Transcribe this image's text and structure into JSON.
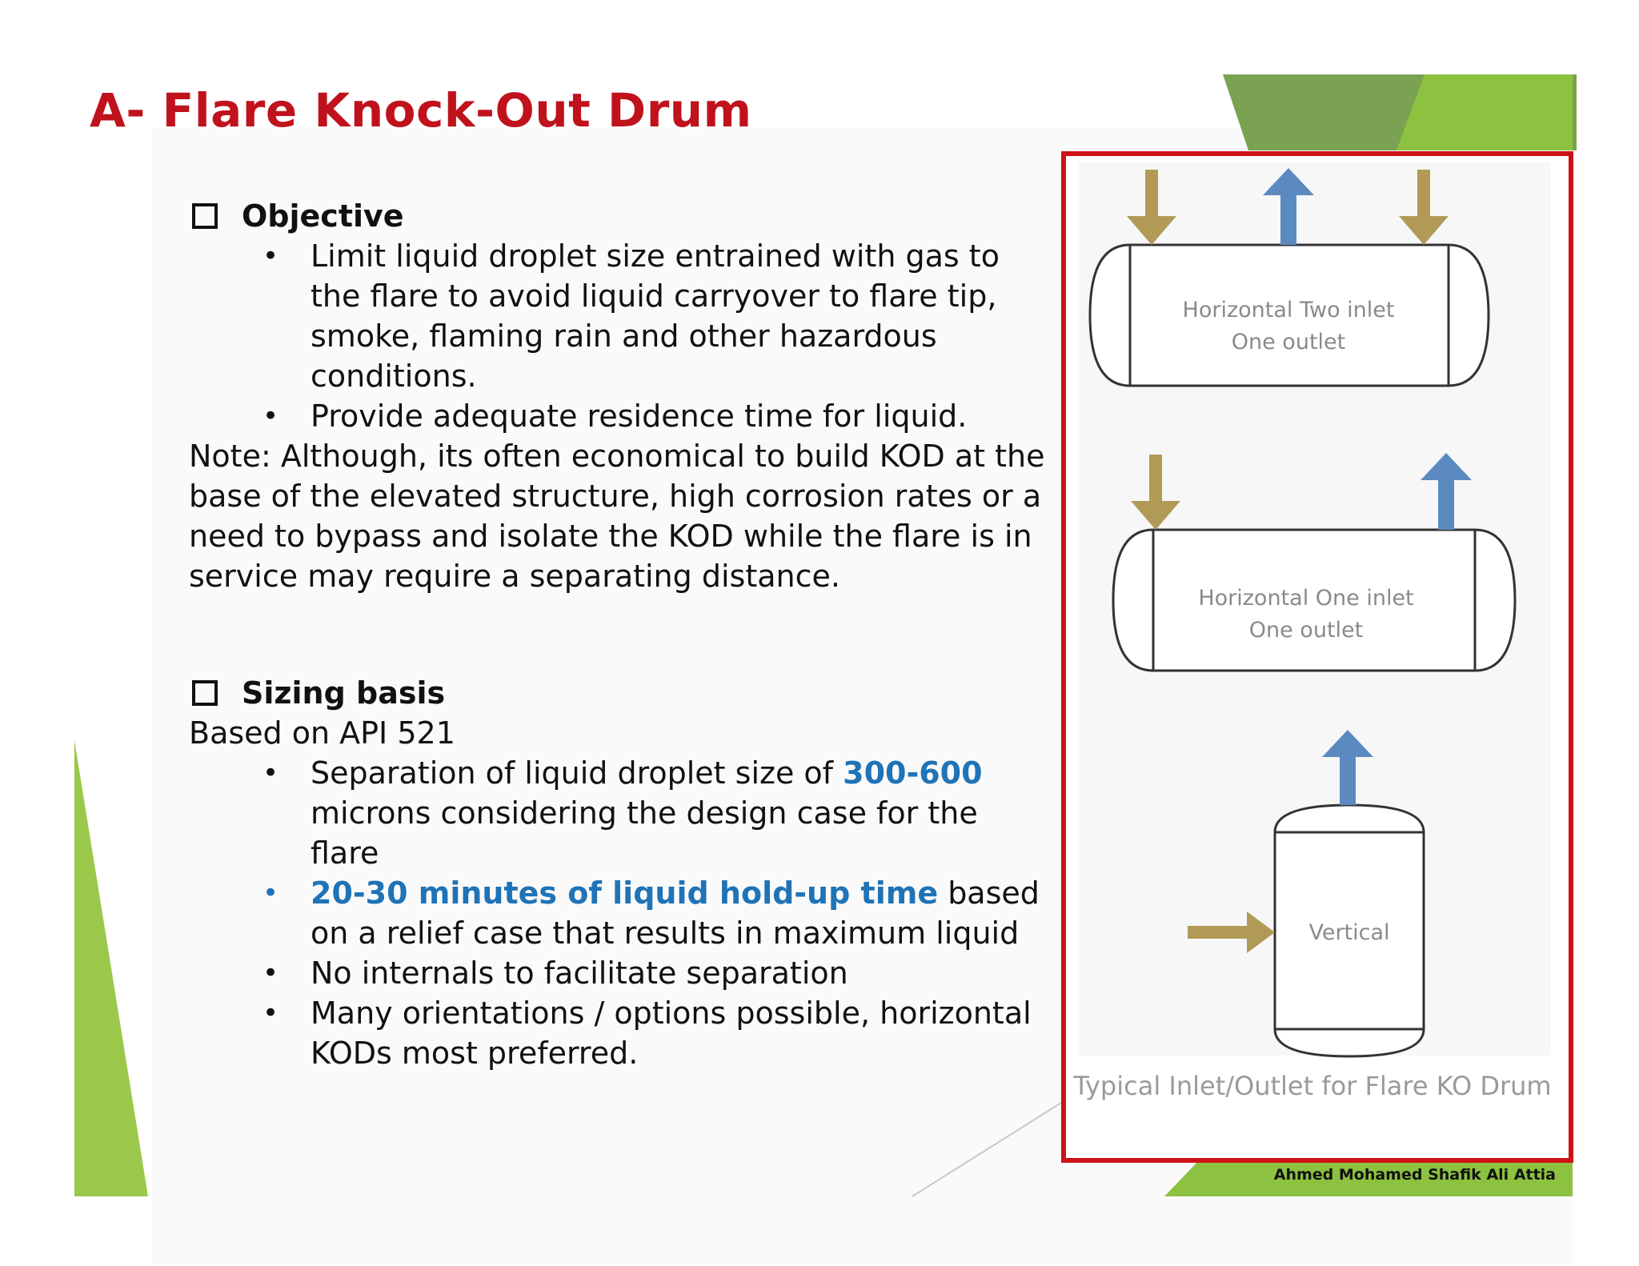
{
  "title": "A- Flare Knock-Out Drum",
  "objective": {
    "heading": "Objective",
    "bullets": [
      "Limit liquid droplet size entrained with gas to the flare to avoid liquid carryover to flare tip, smoke, flaming rain and other hazardous conditions.",
      "Provide adequate residence time for liquid."
    ],
    "note": "Note: Although, its often economical to build KOD at the base of the elevated structure, high corrosion rates or a need to bypass and isolate the KOD while the flare is in service may require a separating distance."
  },
  "sizing": {
    "heading": "Sizing basis",
    "basis": "Based on API 521",
    "bullet1_pre": "Separation of liquid droplet size of ",
    "bullet1_highlight": "300-600",
    "bullet1_post": " microns considering the design case for the flare",
    "bullet2_highlight": "20-30 minutes of liquid hold-up time",
    "bullet2_post": " based on a relief case that results in maximum liquid",
    "bullet3": "No internals to facilitate separation",
    "bullet4": "Many orientations / options possible, horizontal KODs most preferred."
  },
  "figure": {
    "vessel1": {
      "line1": "Horizontal Two inlet",
      "line2": "One outlet"
    },
    "vessel2": {
      "line1": "Horizontal One inlet",
      "line2": "One outlet"
    },
    "vessel3": {
      "line1": "Vertical"
    },
    "caption": "Typical Inlet/Outlet for Flare KO Drum"
  },
  "footer": "Ahmed Mohamed Shafik Ali Attia",
  "colors": {
    "title": "#c0121c",
    "highlight": "#1f73b7",
    "frame": "#cc1218",
    "inlet_arrow": "#b09a55",
    "outlet_arrow": "#5b8ac0",
    "green_light": "#8dc63f",
    "green_dark": "#6a9a48"
  }
}
